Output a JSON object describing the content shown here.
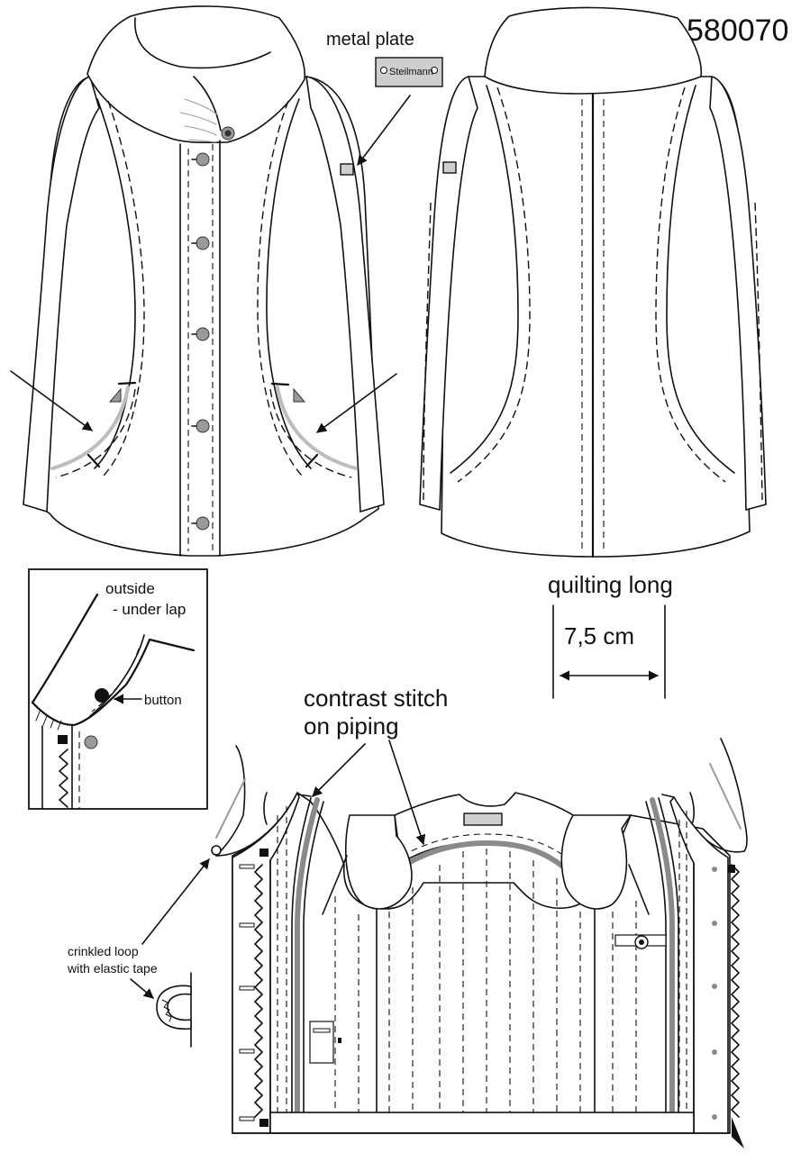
{
  "document": {
    "article_number": "580070",
    "labels": {
      "metal_plate": "metal plate",
      "plate_brand": "Steilmann",
      "quilting_long": "quilting long",
      "quilting_width": "7,5 cm",
      "outside": "outside",
      "under_lap": "- under lap",
      "button": "button",
      "contrast_stitch_line1": "contrast stitch",
      "contrast_stitch_line2": "on piping",
      "crinkled_loop_line1": "crinkled loop",
      "crinkled_loop_line2": "with elastic tape"
    }
  },
  "colors": {
    "line": "#111111",
    "piping": "#8a8a8a",
    "accent_gray": "#bdbdbd",
    "plate": "#cfcfcf",
    "button": "#9a9a9a"
  }
}
